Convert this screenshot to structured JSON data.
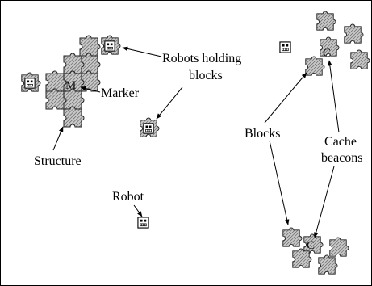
{
  "labels": {
    "robots_holding_1": "Robots holding",
    "robots_holding_2": "blocks",
    "marker": "Marker",
    "structure": "Structure",
    "robot": "Robot",
    "blocks": "Blocks",
    "cache_1": "Cache",
    "cache_2": "beacons"
  },
  "markers": {
    "structure": "M",
    "cache_top": "C",
    "cache_bottom": "C"
  },
  "colors": {
    "block_fill": "#c8c8c8",
    "block_hatch": "#555555",
    "line": "#000000",
    "background": "#ffffff"
  },
  "icons": [
    "block-icon",
    "robot-icon",
    "robot-holding-block-icon",
    "arrow-icon"
  ]
}
